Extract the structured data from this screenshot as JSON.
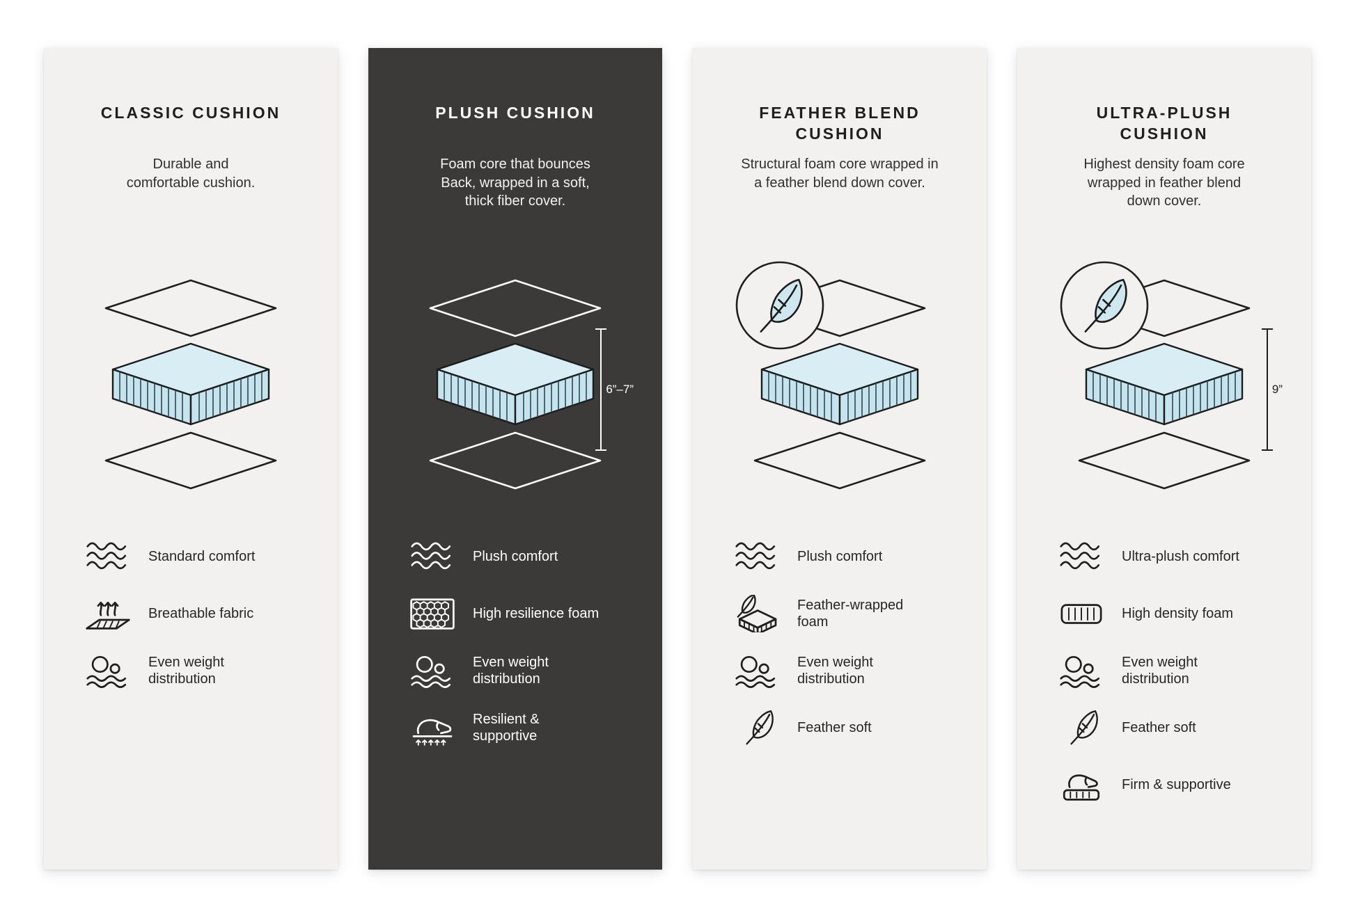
{
  "panels": [
    {
      "theme": "light",
      "title": "CLASSIC CUSHION",
      "description": "Durable and comfortable cushion.",
      "has_feather_badge": false,
      "dimension_label": "",
      "features": [
        {
          "icon": "wave-comfort-icon",
          "label": "Standard comfort"
        },
        {
          "icon": "breathable-fabric-icon",
          "label": "Breathable fabric"
        },
        {
          "icon": "even-weight-icon",
          "label": "Even weight distribution"
        }
      ]
    },
    {
      "theme": "dark",
      "title": "PLUSH CUSHION",
      "description": "Foam core that bounces Back, wrapped in a soft, thick fiber cover.",
      "has_feather_badge": false,
      "dimension_label": "6”–7”",
      "features": [
        {
          "icon": "wave-comfort-icon",
          "label": "Plush comfort"
        },
        {
          "icon": "honeycomb-foam-icon",
          "label": "High resilience foam"
        },
        {
          "icon": "even-weight-icon",
          "label": "Even weight distribution"
        },
        {
          "icon": "hand-press-icon",
          "label": "Resilient & supportive"
        }
      ]
    },
    {
      "theme": "light",
      "title": "FEATHER BLEND CUSHION",
      "description": "Structural foam core wrapped in a feather blend down cover.",
      "has_feather_badge": true,
      "dimension_label": "",
      "features": [
        {
          "icon": "wave-comfort-icon",
          "label": "Plush comfort"
        },
        {
          "icon": "feather-wrapped-foam-icon",
          "label": "Feather-wrapped foam"
        },
        {
          "icon": "even-weight-icon",
          "label": "Even weight distribution"
        },
        {
          "icon": "feather-icon",
          "label": "Feather soft"
        }
      ]
    },
    {
      "theme": "light",
      "title": "ULTRA-PLUSH CUSHION",
      "description": "Highest density foam core wrapped in feather blend down cover.",
      "has_feather_badge": true,
      "dimension_label": "9”",
      "features": [
        {
          "icon": "wave-comfort-icon",
          "label": "Ultra-plush comfort"
        },
        {
          "icon": "high-density-foam-icon",
          "label": "High density foam"
        },
        {
          "icon": "even-weight-icon",
          "label": "Even weight distribution"
        },
        {
          "icon": "feather-icon",
          "label": "Feather soft"
        },
        {
          "icon": "hand-firm-icon",
          "label": "Firm & supportive"
        }
      ]
    }
  ],
  "colors": {
    "panel_light_bg": "#f2f1ef",
    "panel_dark_bg": "#3b3a38",
    "foam_fill": "#d9edf4",
    "foam_side_fill": "#c5e4ee",
    "feather_fill": "#cfe8f0",
    "ink_light": "#1f1f1f",
    "ink_dark": "#ffffff"
  }
}
